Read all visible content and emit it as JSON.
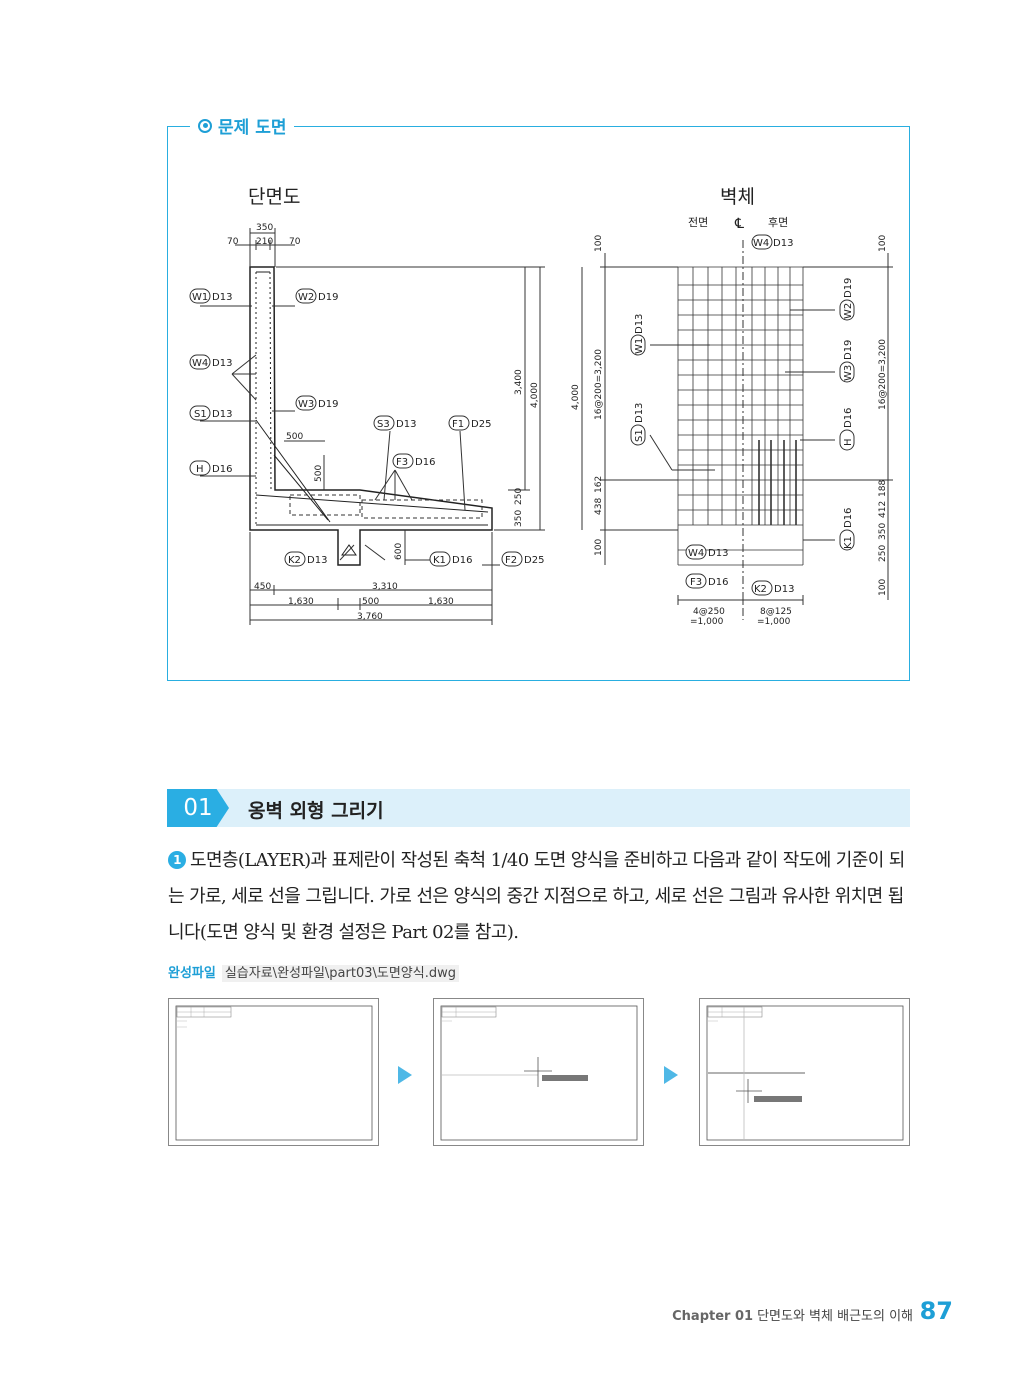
{
  "problem": {
    "legend": "문제 도면",
    "section_title": "단면도",
    "wall_title": "벽체",
    "front": "전면",
    "back": "후면",
    "cl": "℄"
  },
  "section_labels": {
    "w1": "W1",
    "w1d": "D13",
    "w2": "W2",
    "w2d": "D19",
    "w4": "W4",
    "w4d": "D13",
    "s1": "S1",
    "s1d": "D13",
    "w3": "W3",
    "w3d": "D19",
    "s3": "S3",
    "s3d": "D13",
    "f1": "F1",
    "f1d": "D25",
    "h": "H",
    "hd": "D16",
    "f3": "F3",
    "f3d": "D16",
    "k2": "K2",
    "k2d": "D13",
    "k1": "K1",
    "k1d": "D16",
    "f2": "F2",
    "f2d": "D25",
    "dim_350": "350",
    "dim_70a": "70",
    "dim_210": "210",
    "dim_70b": "70",
    "dim_500a": "500",
    "dim_500b": "500",
    "dim_3400": "3,400",
    "dim_4000": "4,000",
    "dim_250": "250",
    "dim_350b": "350",
    "dim_600": "600",
    "dim_450": "450",
    "dim_3310": "3,310",
    "dim_1630a": "1,630",
    "dim_500c": "500",
    "dim_1630b": "1,630",
    "dim_3760": "3,760"
  },
  "wall_labels": {
    "w4": "W4",
    "w4d": "D13",
    "w1": "W1",
    "w1d": "D13",
    "s1": "S1",
    "s1d": "D13",
    "w2": "W2",
    "w2d": "D19",
    "w3": "W3",
    "w3d": "D19",
    "h": "H",
    "hd": "D16",
    "k1": "K1",
    "k1d": "D16",
    "w4b": "W4",
    "w4bd": "D13",
    "f3": "F3",
    "f3d": "D16",
    "k2": "K2",
    "k2d": "D13",
    "dim_100a": "100",
    "dim_16a": "16@200=3,200",
    "dim_4000": "4,000",
    "dim_438": "438",
    "dim_162": "162",
    "dim_100b": "100",
    "dim_100c": "100",
    "dim_16b": "16@200=3,200",
    "dim_188": "188",
    "dim_412": "412",
    "dim_350": "350",
    "dim_250": "250",
    "dim_100d": "100",
    "dim_4at250": "4@250",
    "dim_1000a": "=1,000",
    "dim_8at125": "8@125",
    "dim_1000b": "=1,000"
  },
  "section": {
    "number": "01",
    "title": "옹벽 외형 그리기"
  },
  "step": {
    "number": "1",
    "text": "도면층(LAYER)과 표제란이 작성된 축척 1/40 도면 양식을 준비하고 다음과 같이 작도에 기준이 되는 가로, 세로 선을 그립니다. 가로 선은 양식의 중간 지점으로 하고, 세로 선은 그림과 유사한 위치면 됩니다(도면 양식 및 환경 설정은 Part 02를 참고)."
  },
  "file": {
    "label": "완성파일",
    "path": "실습자료\\완성파일\\part03\\도면양식.dwg"
  },
  "footer": {
    "chapter": "Chapter 01",
    "chapter_title": "단면도와 벽체 배근도의 이해",
    "page": "87"
  }
}
